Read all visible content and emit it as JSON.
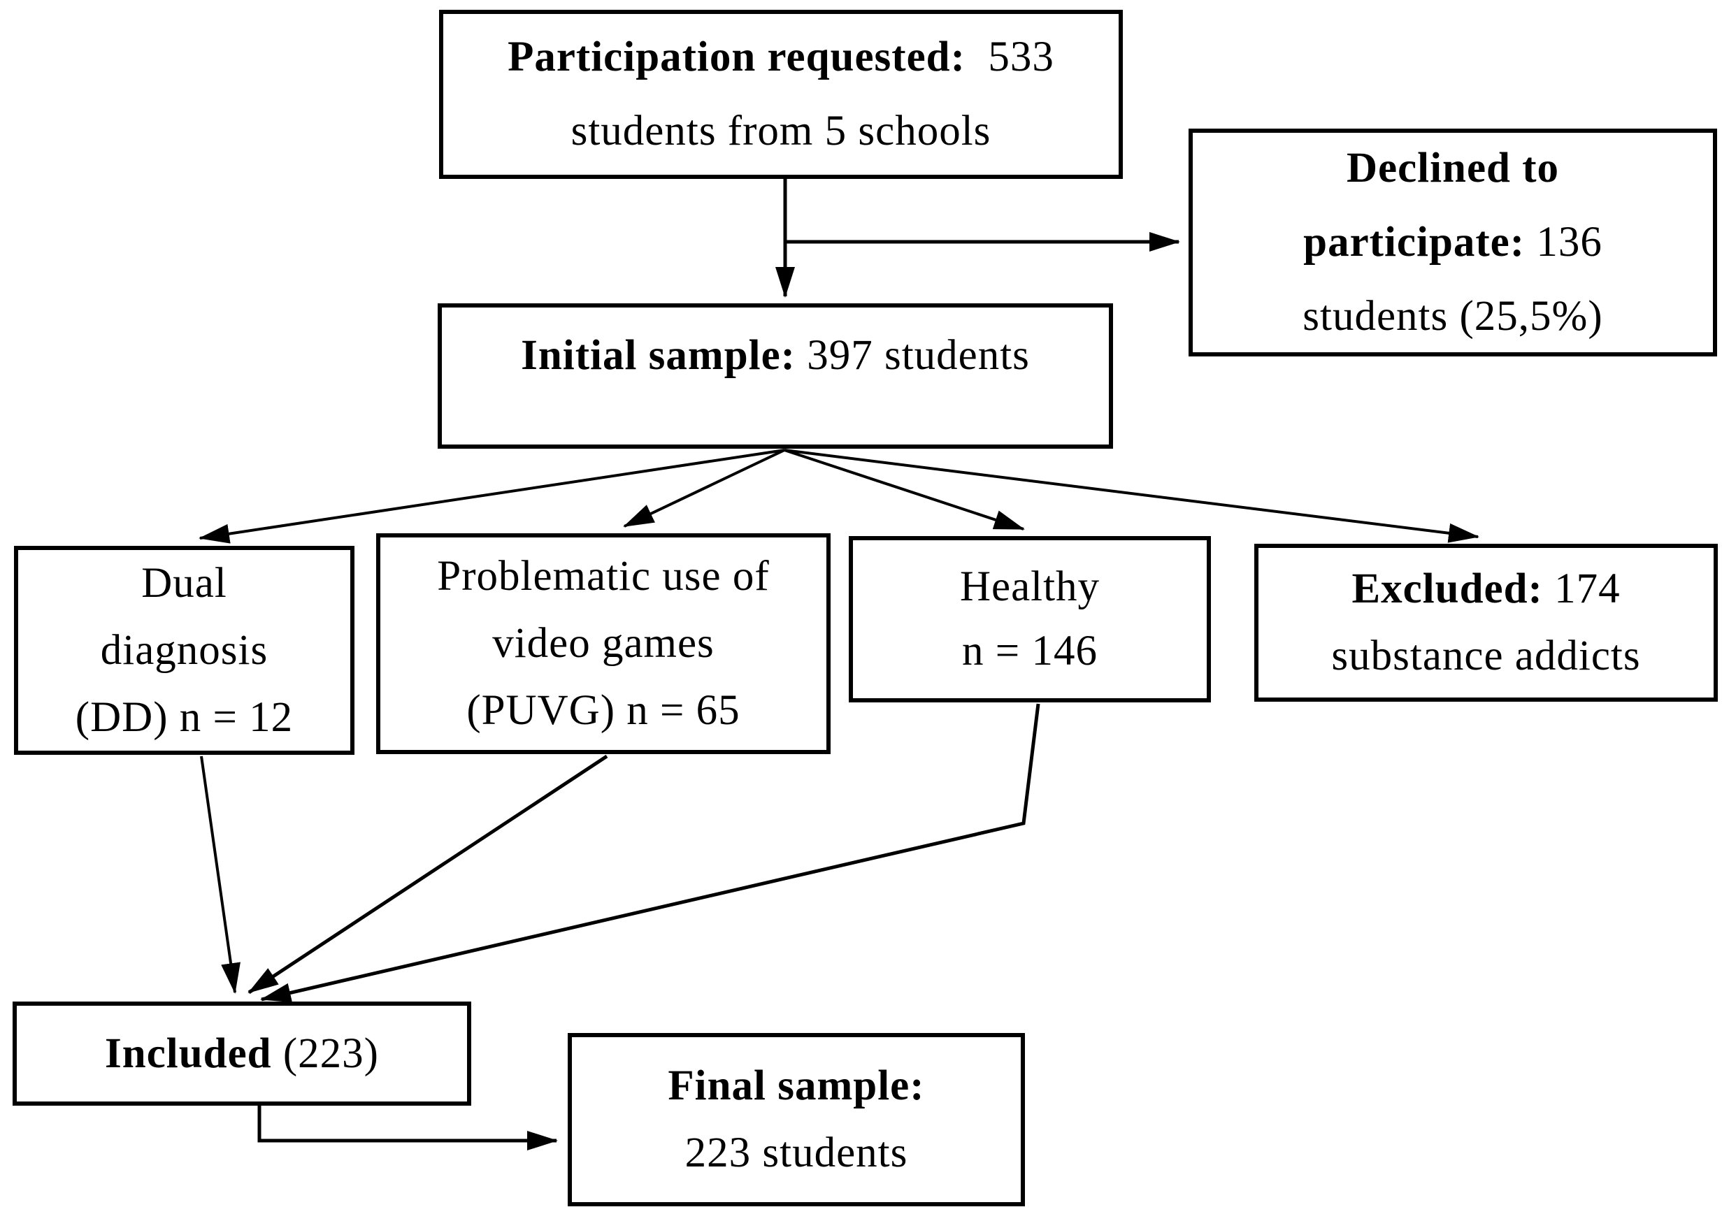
{
  "figure": {
    "type": "participant-flow-diagram",
    "background_color": "#ffffff",
    "line_color": "#000000",
    "text_color": "#000000"
  },
  "boxes": {
    "participation": {
      "bold": "Participation requested:",
      "rest": "  533",
      "line2": "students from 5 schools"
    },
    "declined": {
      "line1_bold": "Declined to",
      "line2_bold": "participate:",
      "line2_rest": " 136",
      "line3": "students (25,5%)"
    },
    "initial": {
      "bold": "Initial sample:",
      "rest": " 397 students"
    },
    "dual": {
      "line1": "Dual",
      "line2": "diagnosis",
      "line3": "(DD) n = 12"
    },
    "puvg": {
      "line1": "Problematic use of",
      "line2": "video games",
      "line3": "(PUVG) n = 65"
    },
    "healthy": {
      "line1": "Healthy",
      "line2": "n = 146"
    },
    "excluded": {
      "line1_bold": "Excluded:",
      "line1_rest": " 174",
      "line2": "substance addicts"
    },
    "included": {
      "bold": "Included",
      "rest": " (223)"
    },
    "final": {
      "line1_bold": "Final sample:",
      "line2": "223 students"
    }
  },
  "edges": [
    {
      "from": "participation",
      "to": "initial"
    },
    {
      "from": "participation",
      "to": "declined"
    },
    {
      "from": "initial",
      "to": "dual"
    },
    {
      "from": "initial",
      "to": "puvg"
    },
    {
      "from": "initial",
      "to": "healthy"
    },
    {
      "from": "initial",
      "to": "excluded"
    },
    {
      "from": "dual",
      "to": "included"
    },
    {
      "from": "puvg",
      "to": "included"
    },
    {
      "from": "healthy",
      "to": "included"
    },
    {
      "from": "included",
      "to": "final"
    }
  ]
}
